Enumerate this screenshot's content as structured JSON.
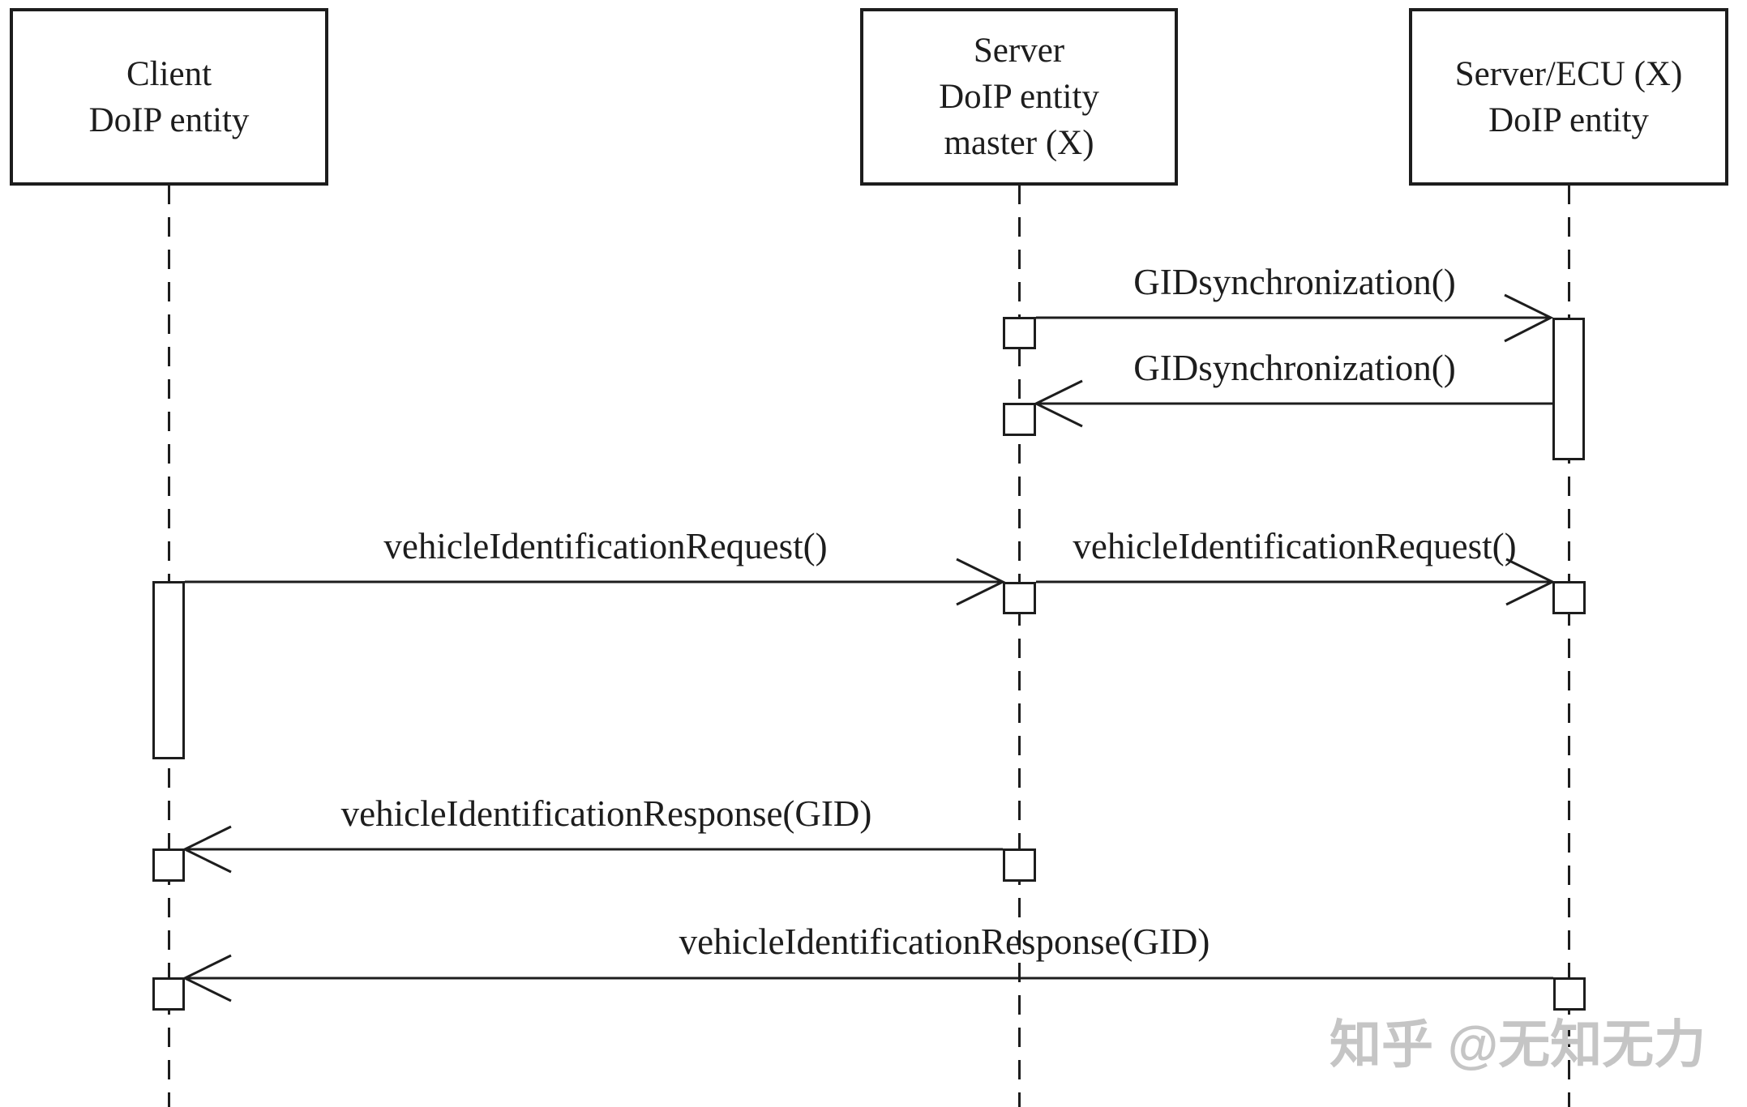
{
  "diagram_type": "uml-sequence-diagram",
  "lifelines": [
    {
      "id": "client",
      "label_lines": [
        "Client",
        "DoIP entity"
      ]
    },
    {
      "id": "server-master",
      "label_lines": [
        "Server",
        "DoIP entity",
        "master (X)"
      ]
    },
    {
      "id": "server-ecu",
      "label_lines": [
        "Server/ECU (X)",
        "DoIP entity"
      ]
    }
  ],
  "messages": [
    {
      "label": "GIDsynchronization()",
      "from": "server-master",
      "to": "server-ecu",
      "direction": "right"
    },
    {
      "label": "GIDsynchronization()",
      "from": "server-ecu",
      "to": "server-master",
      "direction": "left"
    },
    {
      "label": "vehicleIdentificationRequest()",
      "from": "client",
      "to": "server-master",
      "direction": "right"
    },
    {
      "label": "vehicleIdentificationRequest()",
      "from": "server-master",
      "to": "server-ecu",
      "direction": "right"
    },
    {
      "label": "vehicleIdentificationResponse(GID)",
      "from": "server-master",
      "to": "client",
      "direction": "left"
    },
    {
      "label": "vehicleIdentificationResponse(GID)",
      "from": "server-ecu",
      "to": "client",
      "direction": "left"
    }
  ],
  "watermark": {
    "text": "知乎 @无知无力",
    "color": "#c5c5c5"
  },
  "colors": {
    "line": "#1d1d1d",
    "background": "#ffffff"
  }
}
